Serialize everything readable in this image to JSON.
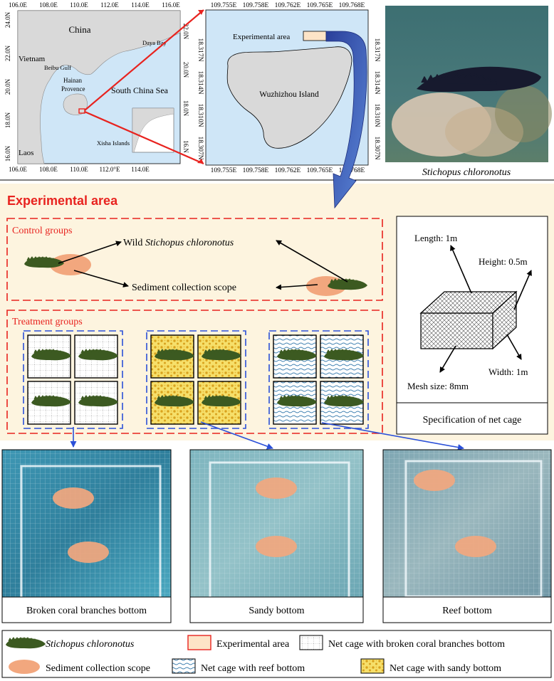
{
  "map1": {
    "x_ticks": [
      "106.0E",
      "108.0E",
      "110.0E",
      "112.0E",
      "114.0E",
      "116.0E"
    ],
    "x_ticks_bottom": [
      "106.0E",
      "108.0E",
      "110.0E",
      "112.0°E",
      "114.0E"
    ],
    "y_ticks": [
      "24.0N",
      "22.0N",
      "20.0N",
      "18.0N",
      "16.0N"
    ],
    "labels": {
      "china": "China",
      "vietnam": "Vietnam",
      "beibu": "Beibu Gulf",
      "hainan1": "Hainan",
      "hainan2": "Provence",
      "scs": "South China Sea",
      "daya": "Daya Bay",
      "xisha": "Xisha Islands",
      "laos": "Laos"
    },
    "inset_y_ticks": [
      "22.0N",
      "20.0N",
      "18.0N",
      "16.N"
    ]
  },
  "map2": {
    "x_ticks": [
      "109.755E",
      "109.758E",
      "109.762E",
      "109.765E",
      "109.768E"
    ],
    "y_ticks": [
      "18.317N",
      "18.314N",
      "18.310N",
      "18.307N"
    ],
    "y_ticks_right": [
      "18.317N",
      "18.314N",
      "18.310N",
      "18.307N"
    ],
    "experimental_area": "Experimental area",
    "island": "Wuzhizhou Island"
  },
  "photo_caption": "Stichopus chloronotus",
  "section_title": "Experimental area",
  "control": {
    "title": "Control groups",
    "wild_prefix": "Wild ",
    "wild_species": "Stichopus chloronotus",
    "sediment": "Sediment collection scope"
  },
  "treatment": {
    "title": "Treatment groups"
  },
  "cage": {
    "length": "Length: 1m",
    "height": "Height: 0.5m",
    "width": "Width: 1m",
    "mesh": "Mesh size: 8mm",
    "caption": "Specification of net cage"
  },
  "photos": [
    {
      "caption": "Broken coral branches bottom"
    },
    {
      "caption": "Sandy bottom"
    },
    {
      "caption": "Reef bottom"
    }
  ],
  "legend": {
    "species": "Stichopus chloronotus",
    "experimental_area": "Experimental area",
    "broken": "Net cage with broken coral branches bottom",
    "sediment": "Sediment collection scope",
    "reef": "Net cage with reef bottom",
    "sandy": "Net cage with sandy bottom"
  },
  "colors": {
    "sea": "#cfe6f7",
    "land": "#d9d9d9",
    "panel_bg": "#fdf4df",
    "red": "#e8231f",
    "blue": "#2b50d8",
    "cuke": "#3c5a21",
    "sediment": "#f2a77e",
    "sand": "#f2d13a"
  }
}
